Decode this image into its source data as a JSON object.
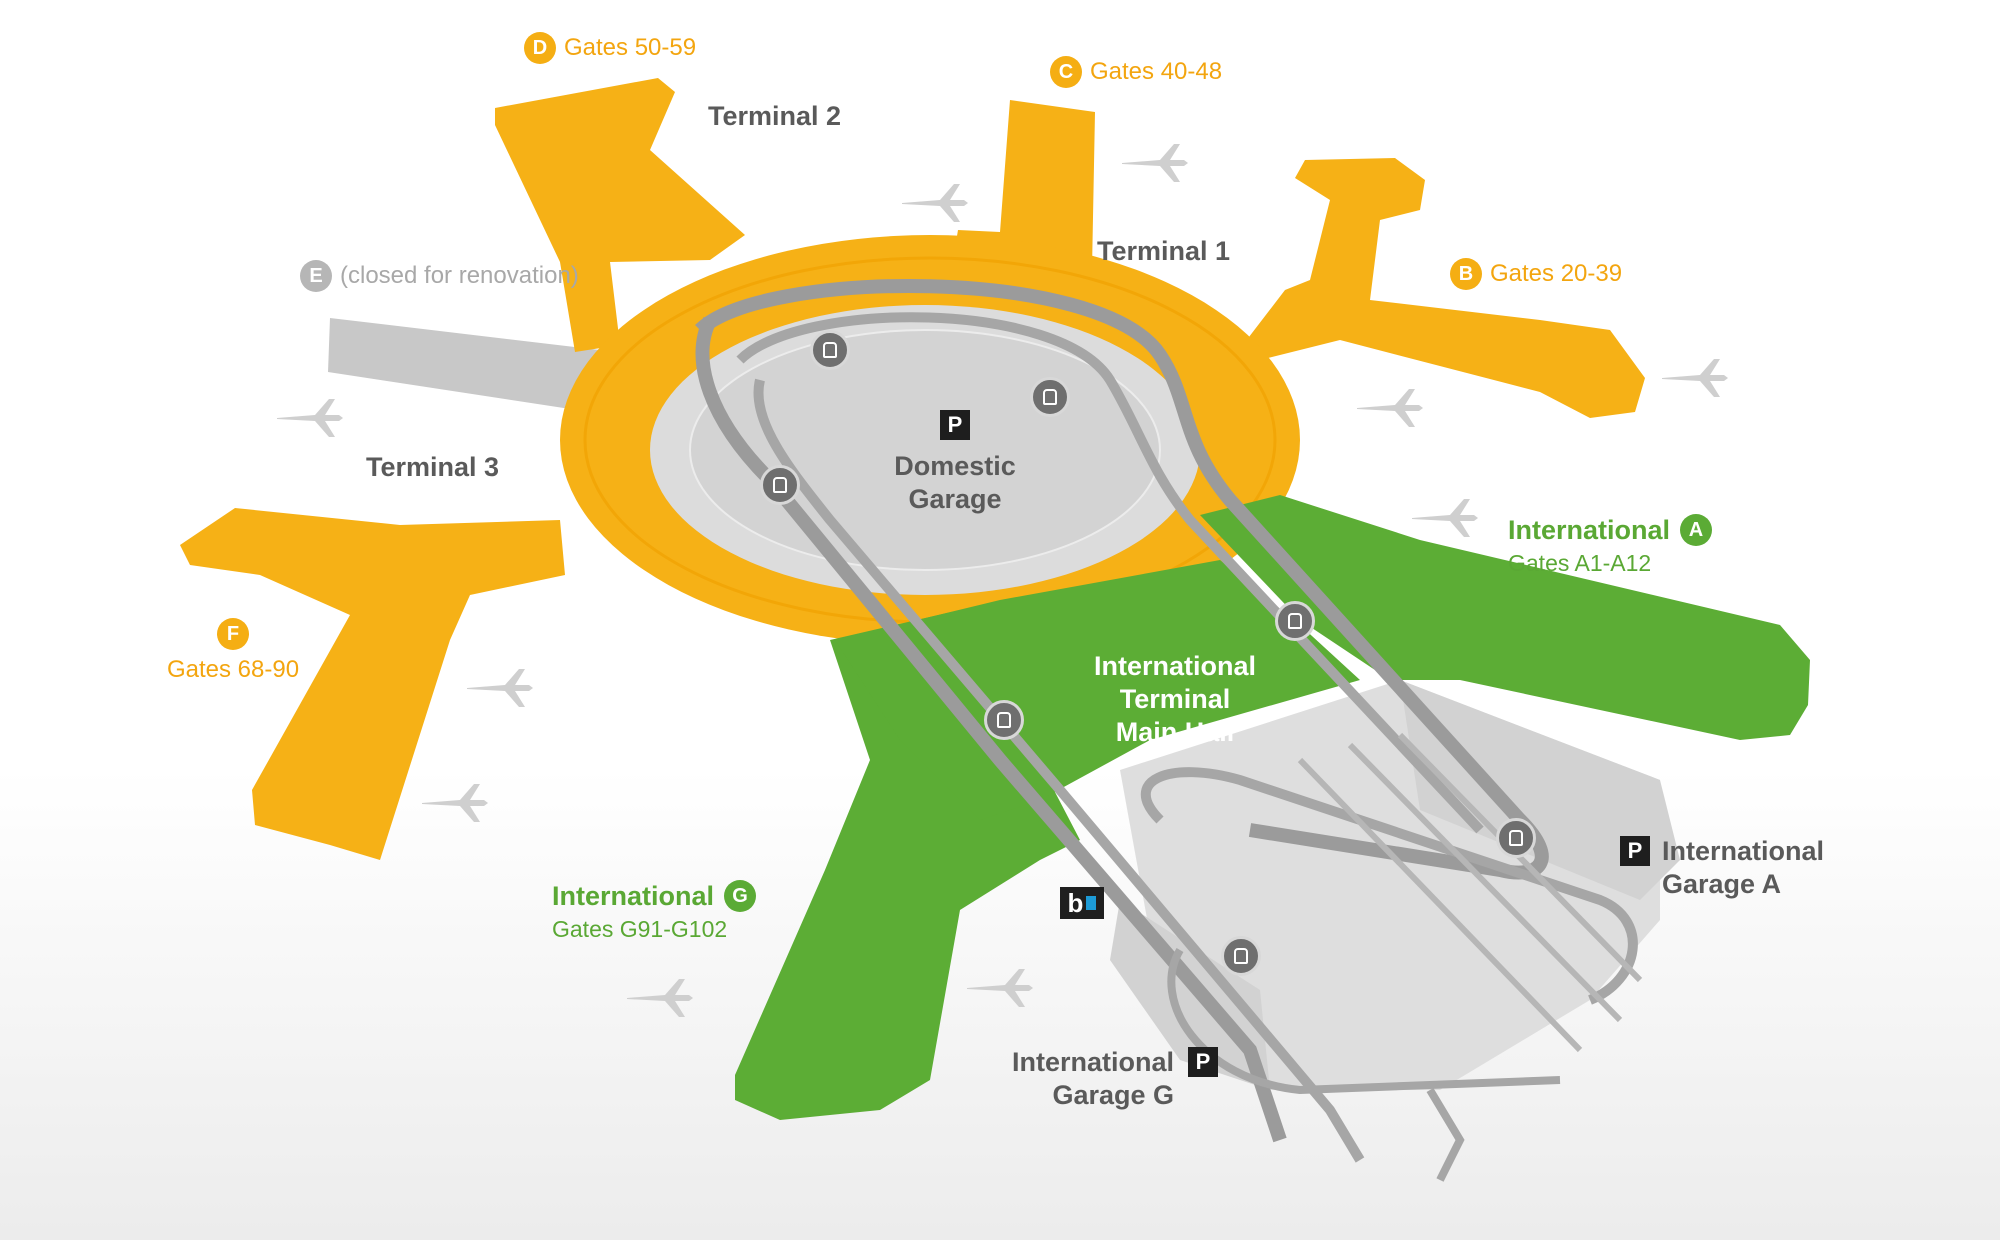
{
  "colors": {
    "domestic": "#f6b116",
    "international": "#5cad35",
    "closed": "#c8c8c8",
    "roadway": "#a8a8a8",
    "garage": "#d7d7d7",
    "text": "#5a5a5a"
  },
  "terminals": {
    "t1": "Terminal 1",
    "t2": "Terminal 2",
    "t3": "Terminal 3"
  },
  "gates": {
    "d": {
      "letter": "D",
      "label": "Gates 50-59"
    },
    "c": {
      "letter": "C",
      "label": "Gates 40-48"
    },
    "b": {
      "letter": "B",
      "label": "Gates 20-39"
    },
    "e": {
      "letter": "E",
      "label": "(closed for renovation)"
    },
    "f": {
      "letter": "F",
      "label": "Gates 68-90"
    },
    "a": {
      "letter": "A",
      "title": "International",
      "label": "Gates A1-A12"
    },
    "g": {
      "letter": "G",
      "title": "International",
      "label": "Gates G91-G102"
    }
  },
  "facilities": {
    "domestic_garage": {
      "icon": "P",
      "line1": "Domestic",
      "line2": "Garage"
    },
    "intl_main_hall": {
      "line1": "International",
      "line2": "Terminal",
      "line3": "Main Hall"
    },
    "intl_garage_a": {
      "icon": "P",
      "line1": "International",
      "line2": "Garage A"
    },
    "intl_garage_g": {
      "icon": "P",
      "line1": "International",
      "line2": "Garage G"
    },
    "bart": {
      "icon": "bart-icon",
      "text": "b"
    }
  },
  "icons": {
    "airtrain": "airtrain-station-icon",
    "plane": "plane-icon",
    "parking": "parking-icon"
  }
}
